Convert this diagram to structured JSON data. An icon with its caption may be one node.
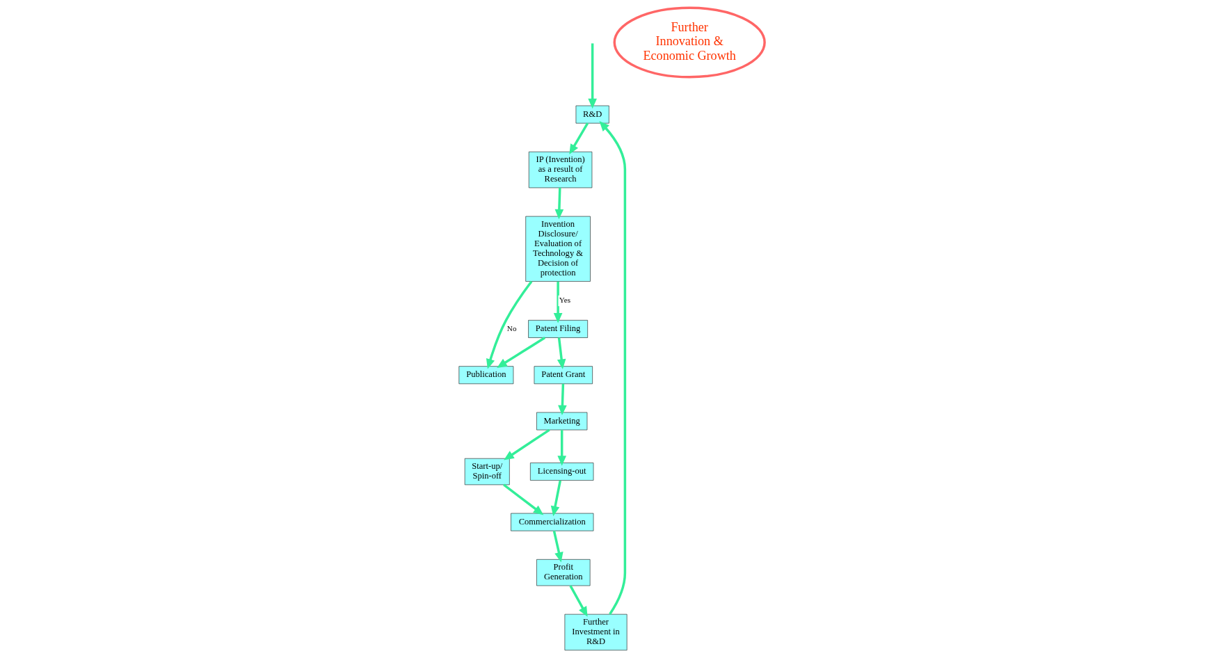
{
  "diagram": {
    "nodes": [
      {
        "text": [
          "R&D"
        ]
      },
      {
        "text": [
          "IP (Invention) as a result of Research"
        ]
      },
      {
        "text": [
          "Invention Disclosure/ Evaluation of Technology & Decision of protection"
        ]
      },
      {
        "text": [
          "Publication"
        ]
      },
      {
        "text": [
          "Patent Filing"
        ]
      },
      {
        "text": [
          "Patent Grant"
        ]
      },
      {
        "text": [
          "Marketing"
        ]
      },
      {
        "text": [
          "Start-up/ Spin-off"
        ]
      },
      {
        "text": [
          "Licensing-out"
        ]
      },
      {
        "text": [
          "Commercialization"
        ]
      },
      {
        "text": [
          "Profit Generation"
        ]
      },
      {
        "text": [
          "Further Investment in R&D"
        ]
      },
      {
        "text": [
          "Further Innovation & Economic Growth"
        ]
      }
    ],
    "edges": [
      {
        "from": 0,
        "to": 1,
        "arrow": "to"
      },
      {
        "from": 1,
        "to": 2,
        "arrow": "to"
      },
      {
        "from": 2,
        "to": 4,
        "label": "Yes",
        "arrow": "to"
      },
      {
        "from": 2,
        "to": 3,
        "label": "No",
        "arrow": "to"
      },
      {
        "from": null,
        "to": 0,
        "arrow": "to"
      },
      {
        "from": 4,
        "to": 3,
        "arrow": "to"
      },
      {
        "from": 4,
        "to": 5,
        "arrow": "to"
      },
      {
        "from": 5,
        "to": 6,
        "arrow": "to"
      },
      {
        "from": 6,
        "to": 7,
        "arrow": "to"
      },
      {
        "from": 6,
        "to": 8,
        "arrow": "to"
      },
      {
        "from": 7,
        "to": 9,
        "arrow": "to"
      },
      {
        "from": 8,
        "to": 9,
        "arrow": "to"
      },
      {
        "from": 9,
        "to": 10,
        "arrow": "to"
      },
      {
        "from": 10,
        "to": 11,
        "arrow": "to"
      },
      {
        "from": 11,
        "to": 0,
        "arrow": "to"
      }
    ]
  }
}
